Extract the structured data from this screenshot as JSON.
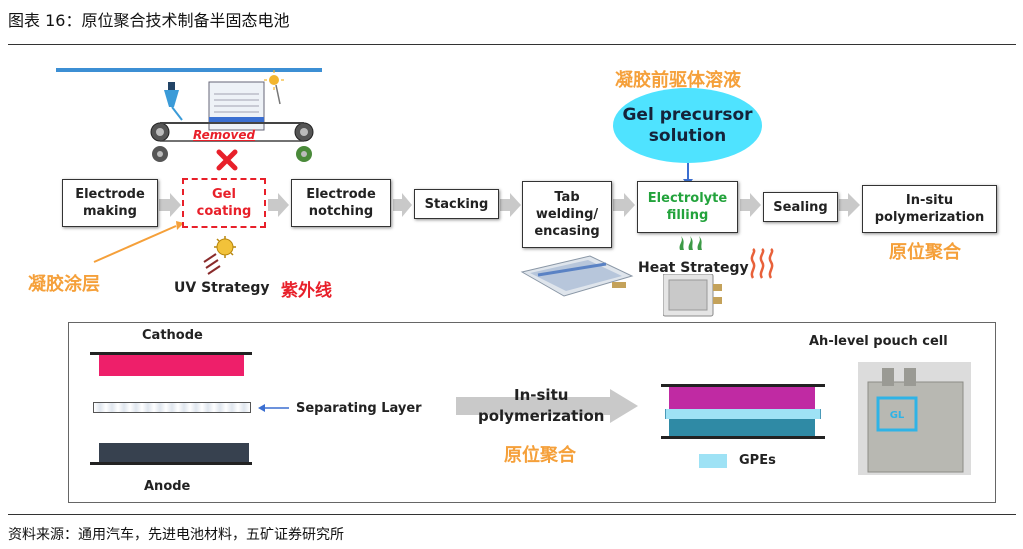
{
  "title": "图表 16：原位聚合技术制备半固态电池",
  "source": "资料来源：通用汽车，先进电池材料，五矿证券研究所",
  "colors": {
    "accent_orange": "#f5a03a",
    "accent_red": "#e8202a",
    "accent_green": "#23a33c",
    "gel_cyan": "#4fe3ff",
    "cathode_pink": "#ee1f6a",
    "anode_navy": "#37414f",
    "gpe_blue": "#9ee2f5",
    "arrow_gray": "#c9c9c9"
  },
  "process": {
    "steps": [
      {
        "label": "Electrode\nmaking"
      },
      {
        "label": "Gel\ncoating"
      },
      {
        "label": "Electrode\nnotching"
      },
      {
        "label": "Stacking"
      },
      {
        "label": "Tab\nwelding/\nencasing"
      },
      {
        "label": "Electrolyte\nfilling"
      },
      {
        "label": "Sealing"
      },
      {
        "label": "In-situ\npolymerization"
      }
    ],
    "removed_label": "Removed",
    "gel_coating_cn": "凝胶涂层",
    "uv_strategy": "UV Strategy",
    "uv_cn": "紫外线",
    "gel_precursor_cn": "凝胶前驱体溶液",
    "gel_precursor": "Gel precursor\nsolution",
    "heat_strategy": "Heat Strategy",
    "insitu_cn": "原位聚合"
  },
  "mechanism": {
    "cathode": "Cathode",
    "separating_layer": "Separating Layer",
    "anode": "Anode",
    "insitu": "In-situ\npolymerization",
    "insitu_cn": "原位聚合",
    "gpes": "GPEs",
    "pouch_cell": "Ah-level pouch cell"
  },
  "icons": [
    "removed-x-icon",
    "uv-lamp-icon",
    "heat-waves-icon",
    "steam-icon",
    "coating-machine-illustration",
    "pouch-cell-photo"
  ]
}
